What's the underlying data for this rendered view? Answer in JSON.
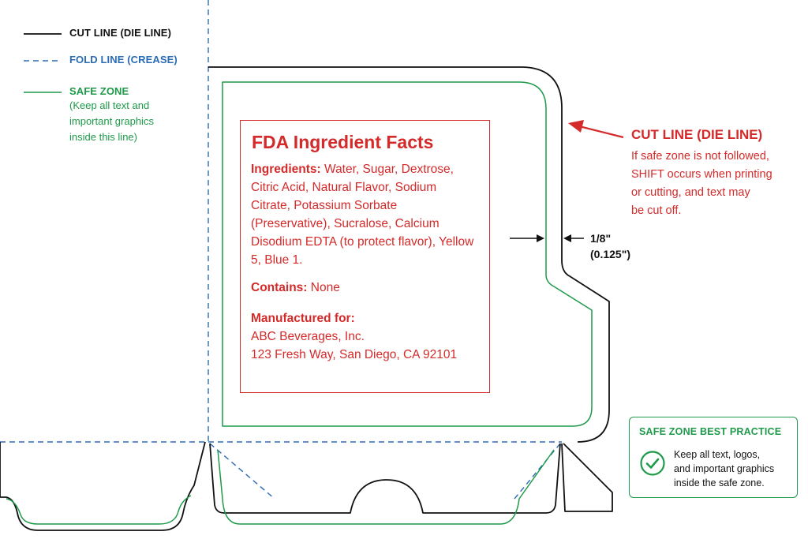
{
  "legend": {
    "cut_line": "CUT LINE (DIE LINE)",
    "fold_line": "FOLD LINE (CREASE)",
    "safe_zone": "SAFE ZONE",
    "safe_zone_note": [
      "(Keep all text and",
      "important graphics",
      "inside this line)"
    ]
  },
  "panel": {
    "title": "FDA Ingredient Facts",
    "ingredients_label": "Ingredients:",
    "ingredients_text": " Water, Sugar, Dextrose, Citric Acid, Natural Flavor, Sodium Citrate, Potassium Sorbate (Preservative), Sucralose, Calcium Disodium EDTA (to protect flavor), Yellow 5, Blue 1.",
    "contains_label": "Contains:",
    "contains_text": " None",
    "manufactured_label": "Manufactured for:",
    "manufacturer_name": "ABC Beverages, Inc.",
    "manufacturer_address": "123 Fresh Way, San Diego, CA 92101"
  },
  "callout": {
    "title": "CUT LINE (DIE LINE)",
    "body": [
      "If safe zone is not followed,",
      "SHIFT occurs when printing",
      "or cutting, and text may",
      "be cut off."
    ]
  },
  "margin": {
    "fraction": "1/8\"",
    "decimal": "(0.125\")"
  },
  "best_practice": {
    "title": "SAFE ZONE BEST PRACTICE",
    "text": [
      "Keep all text, logos,",
      "and important graphics",
      "inside the safe zone."
    ]
  },
  "colors": {
    "cut": "#111111",
    "fold": "#2a6bb5",
    "safe": "#1e9a4a",
    "accent_red": "#d42a2a"
  },
  "icons": {
    "callout_arrow": "red-arrow-icon",
    "check": "check-circle-icon"
  }
}
